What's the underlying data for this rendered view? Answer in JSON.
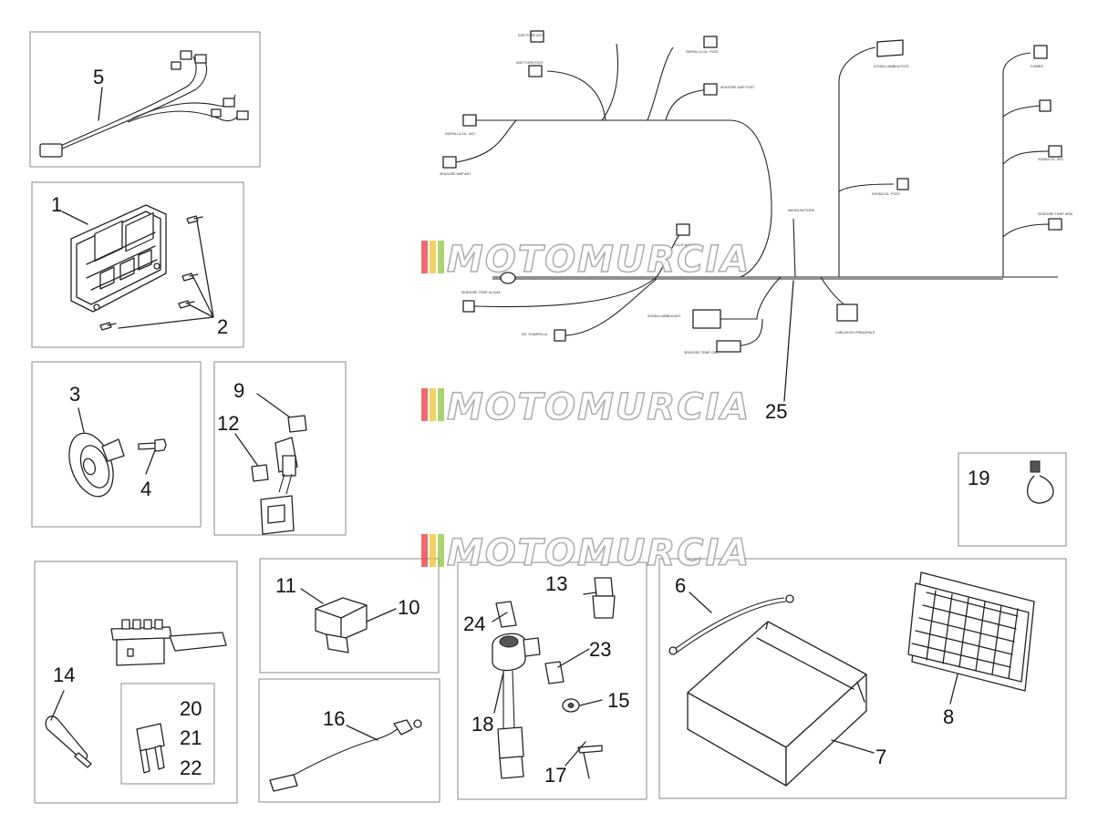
{
  "callouts": [
    "1",
    "2",
    "3",
    "4",
    "5",
    "6",
    "7",
    "8",
    "9",
    "10",
    "11",
    "12",
    "13",
    "14",
    "15",
    "16",
    "17",
    "18",
    "19",
    "20",
    "21",
    "22",
    "23",
    "24",
    "25"
  ],
  "watermark": {
    "text": "MOTOMURCIA",
    "stripe_colors": [
      "#e8383b",
      "#f2c12e",
      "#8cc63e"
    ]
  },
  "harness_labels": [
    "INIETTORE ANT.",
    "INIETTORE POST.",
    "FARFALLA CIL. ANT.",
    "SENSORE MAP ANT.",
    "FARFALLA CIL. POST.",
    "SENSORE MAP POST.",
    "SONDA LAMBDA POST.",
    "SONDA CIL. POST.",
    "SENSORE TEMP. ACQUA",
    "INT. STAMPELLA",
    "SONDA LAMBDA ANT.",
    "SENSORE TEMP. GIRI",
    "CABLAGGIO PRINCIPALE",
    "SONDA CIL. ANT.",
    "SENSORE TEMP. ARIA",
    "MASSA MOTORE",
    "CAMBIO",
    "FOLLE MARCE"
  ]
}
